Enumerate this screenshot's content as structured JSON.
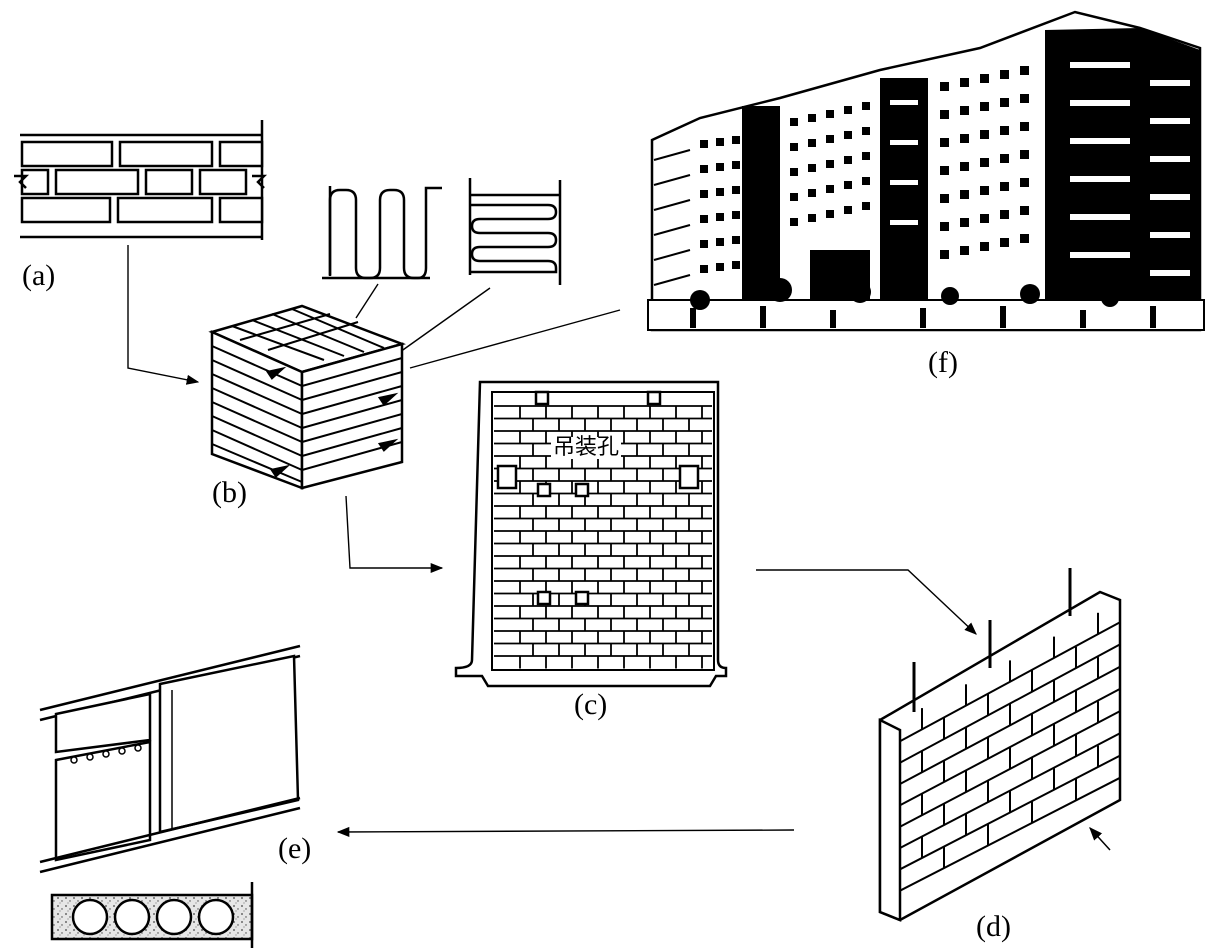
{
  "labels": {
    "a": "(a)",
    "b": "(b)",
    "c": "(c)",
    "d": "(d)",
    "e": "(e)",
    "f": "(f)"
  },
  "panel_c": {
    "lifting_hole_text": "吊装孔"
  },
  "colors": {
    "ink": "#000000",
    "paper": "#ffffff",
    "concrete_fill": "#d8d8d8"
  }
}
